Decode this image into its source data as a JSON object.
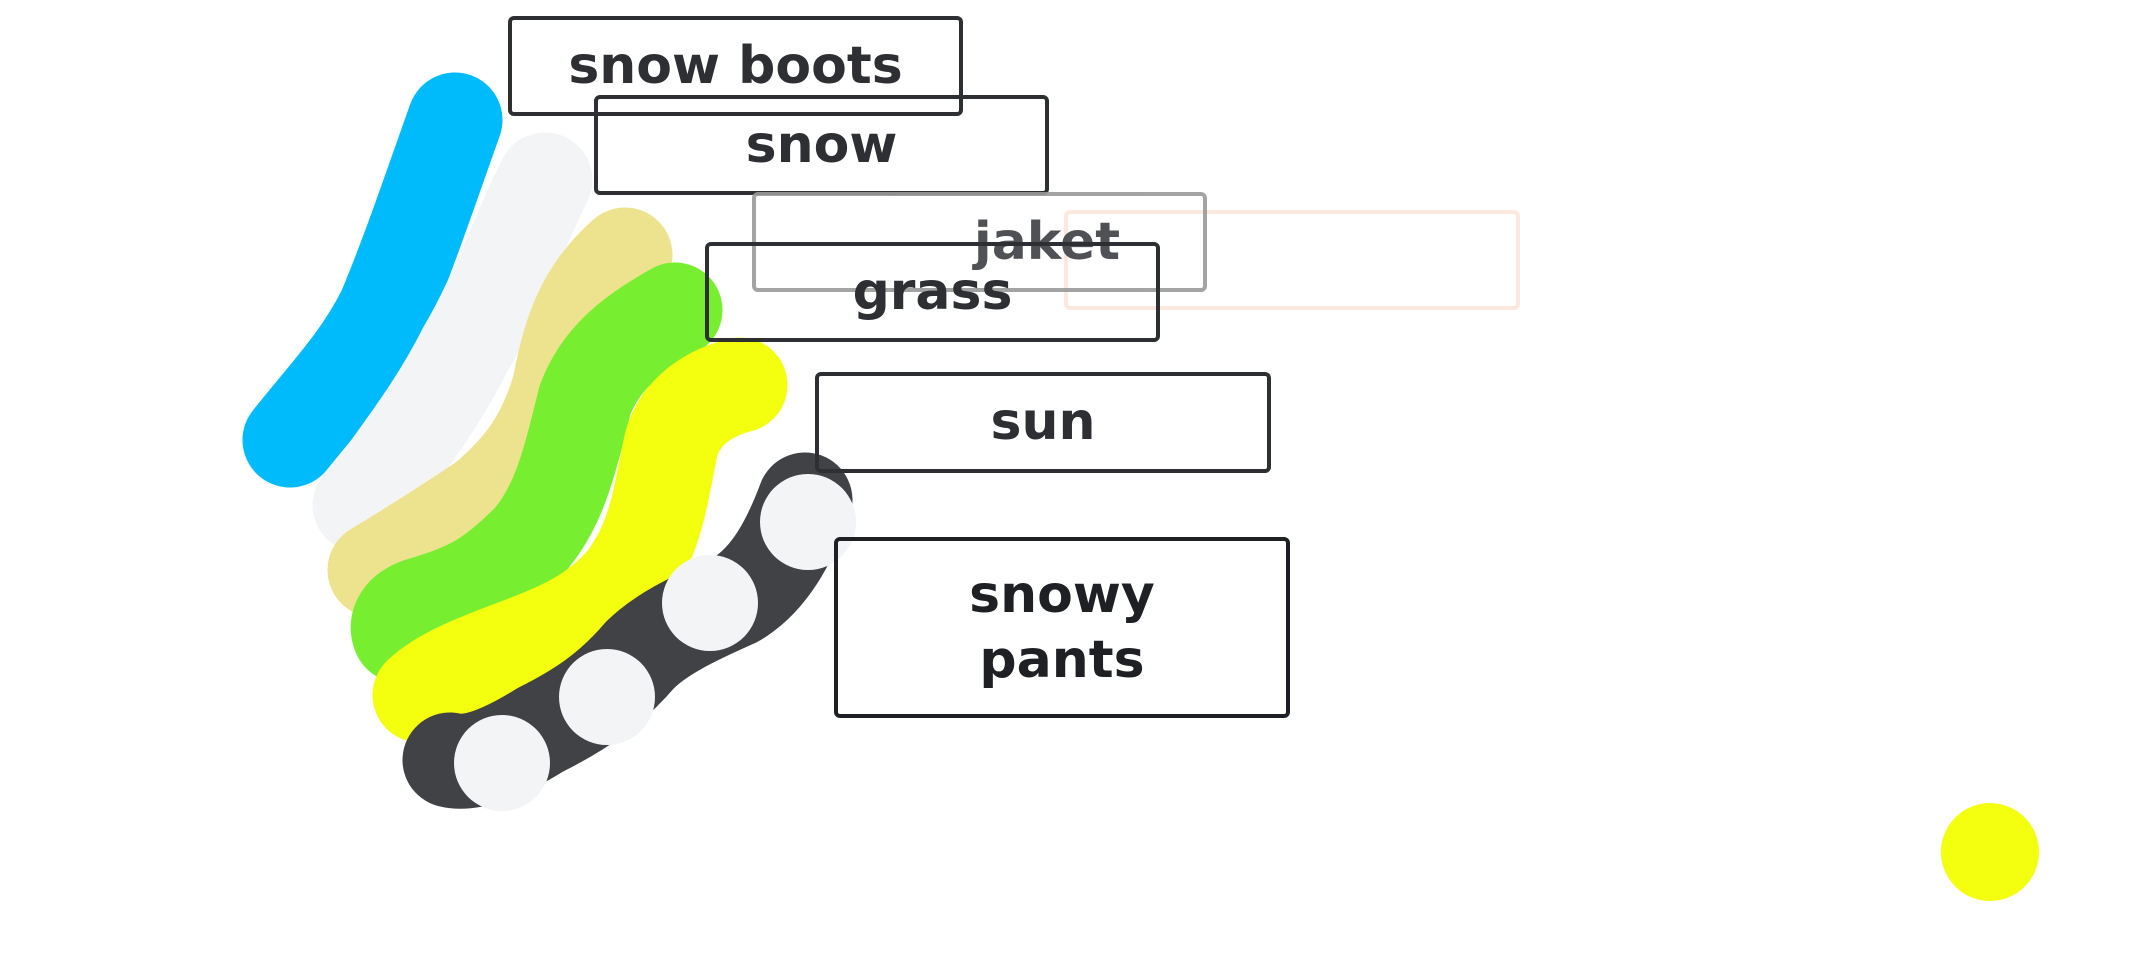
{
  "labels": {
    "snow_boots": "snow boots",
    "snow": "snow",
    "jaket": "jaket",
    "grass": "grass",
    "sun": "sun",
    "snowy_pants": "snowy\npants"
  },
  "strokes": {
    "blue": "#00bbfb",
    "white": "#f3f4f6",
    "sand": "#ede38f",
    "green": "#77ef30",
    "yellow": "#f3ff0f",
    "dark": "#404245",
    "dot": "#f3ff0f"
  },
  "palette": {
    "box_border": "#2e2f33",
    "text": "#2e2f33",
    "faded_border": "#9a9a9a",
    "ghost_border": "#fbe8df",
    "background": "#ffffff"
  }
}
